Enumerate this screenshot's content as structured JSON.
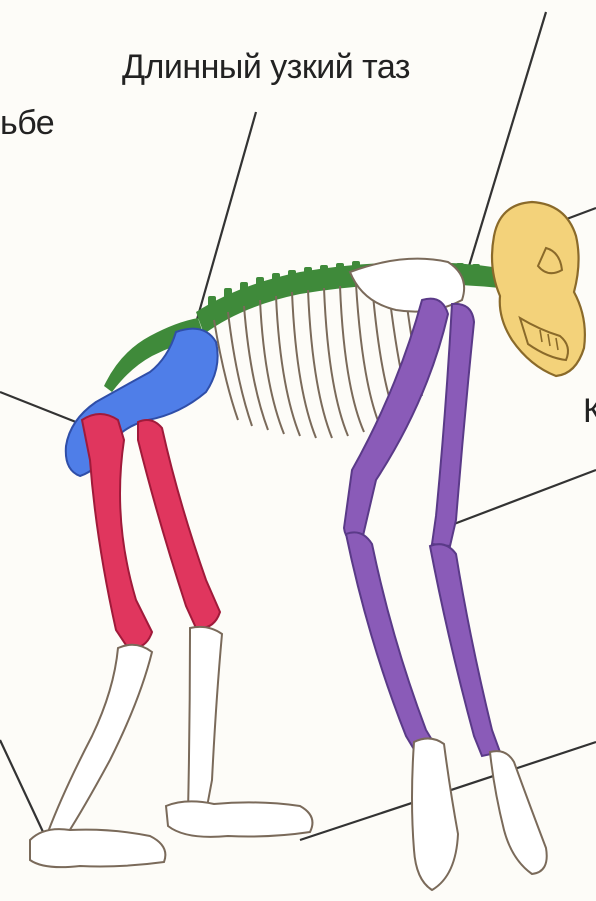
{
  "labels": {
    "pelvis": "Длинный узкий таз",
    "partial_left": "ьбе",
    "partial_right": "К"
  },
  "colors": {
    "background": "#fdfcf8",
    "skull": "#f3d27a",
    "spine": "#3f8a3a",
    "pelvis": "#4f7ee8",
    "hind_upper_leg": "#e0365e",
    "fore_limb": "#8a5bb8",
    "bone_white": "#ffffff",
    "bone_outline": "#7a6a5a",
    "leader_line": "#333333"
  }
}
